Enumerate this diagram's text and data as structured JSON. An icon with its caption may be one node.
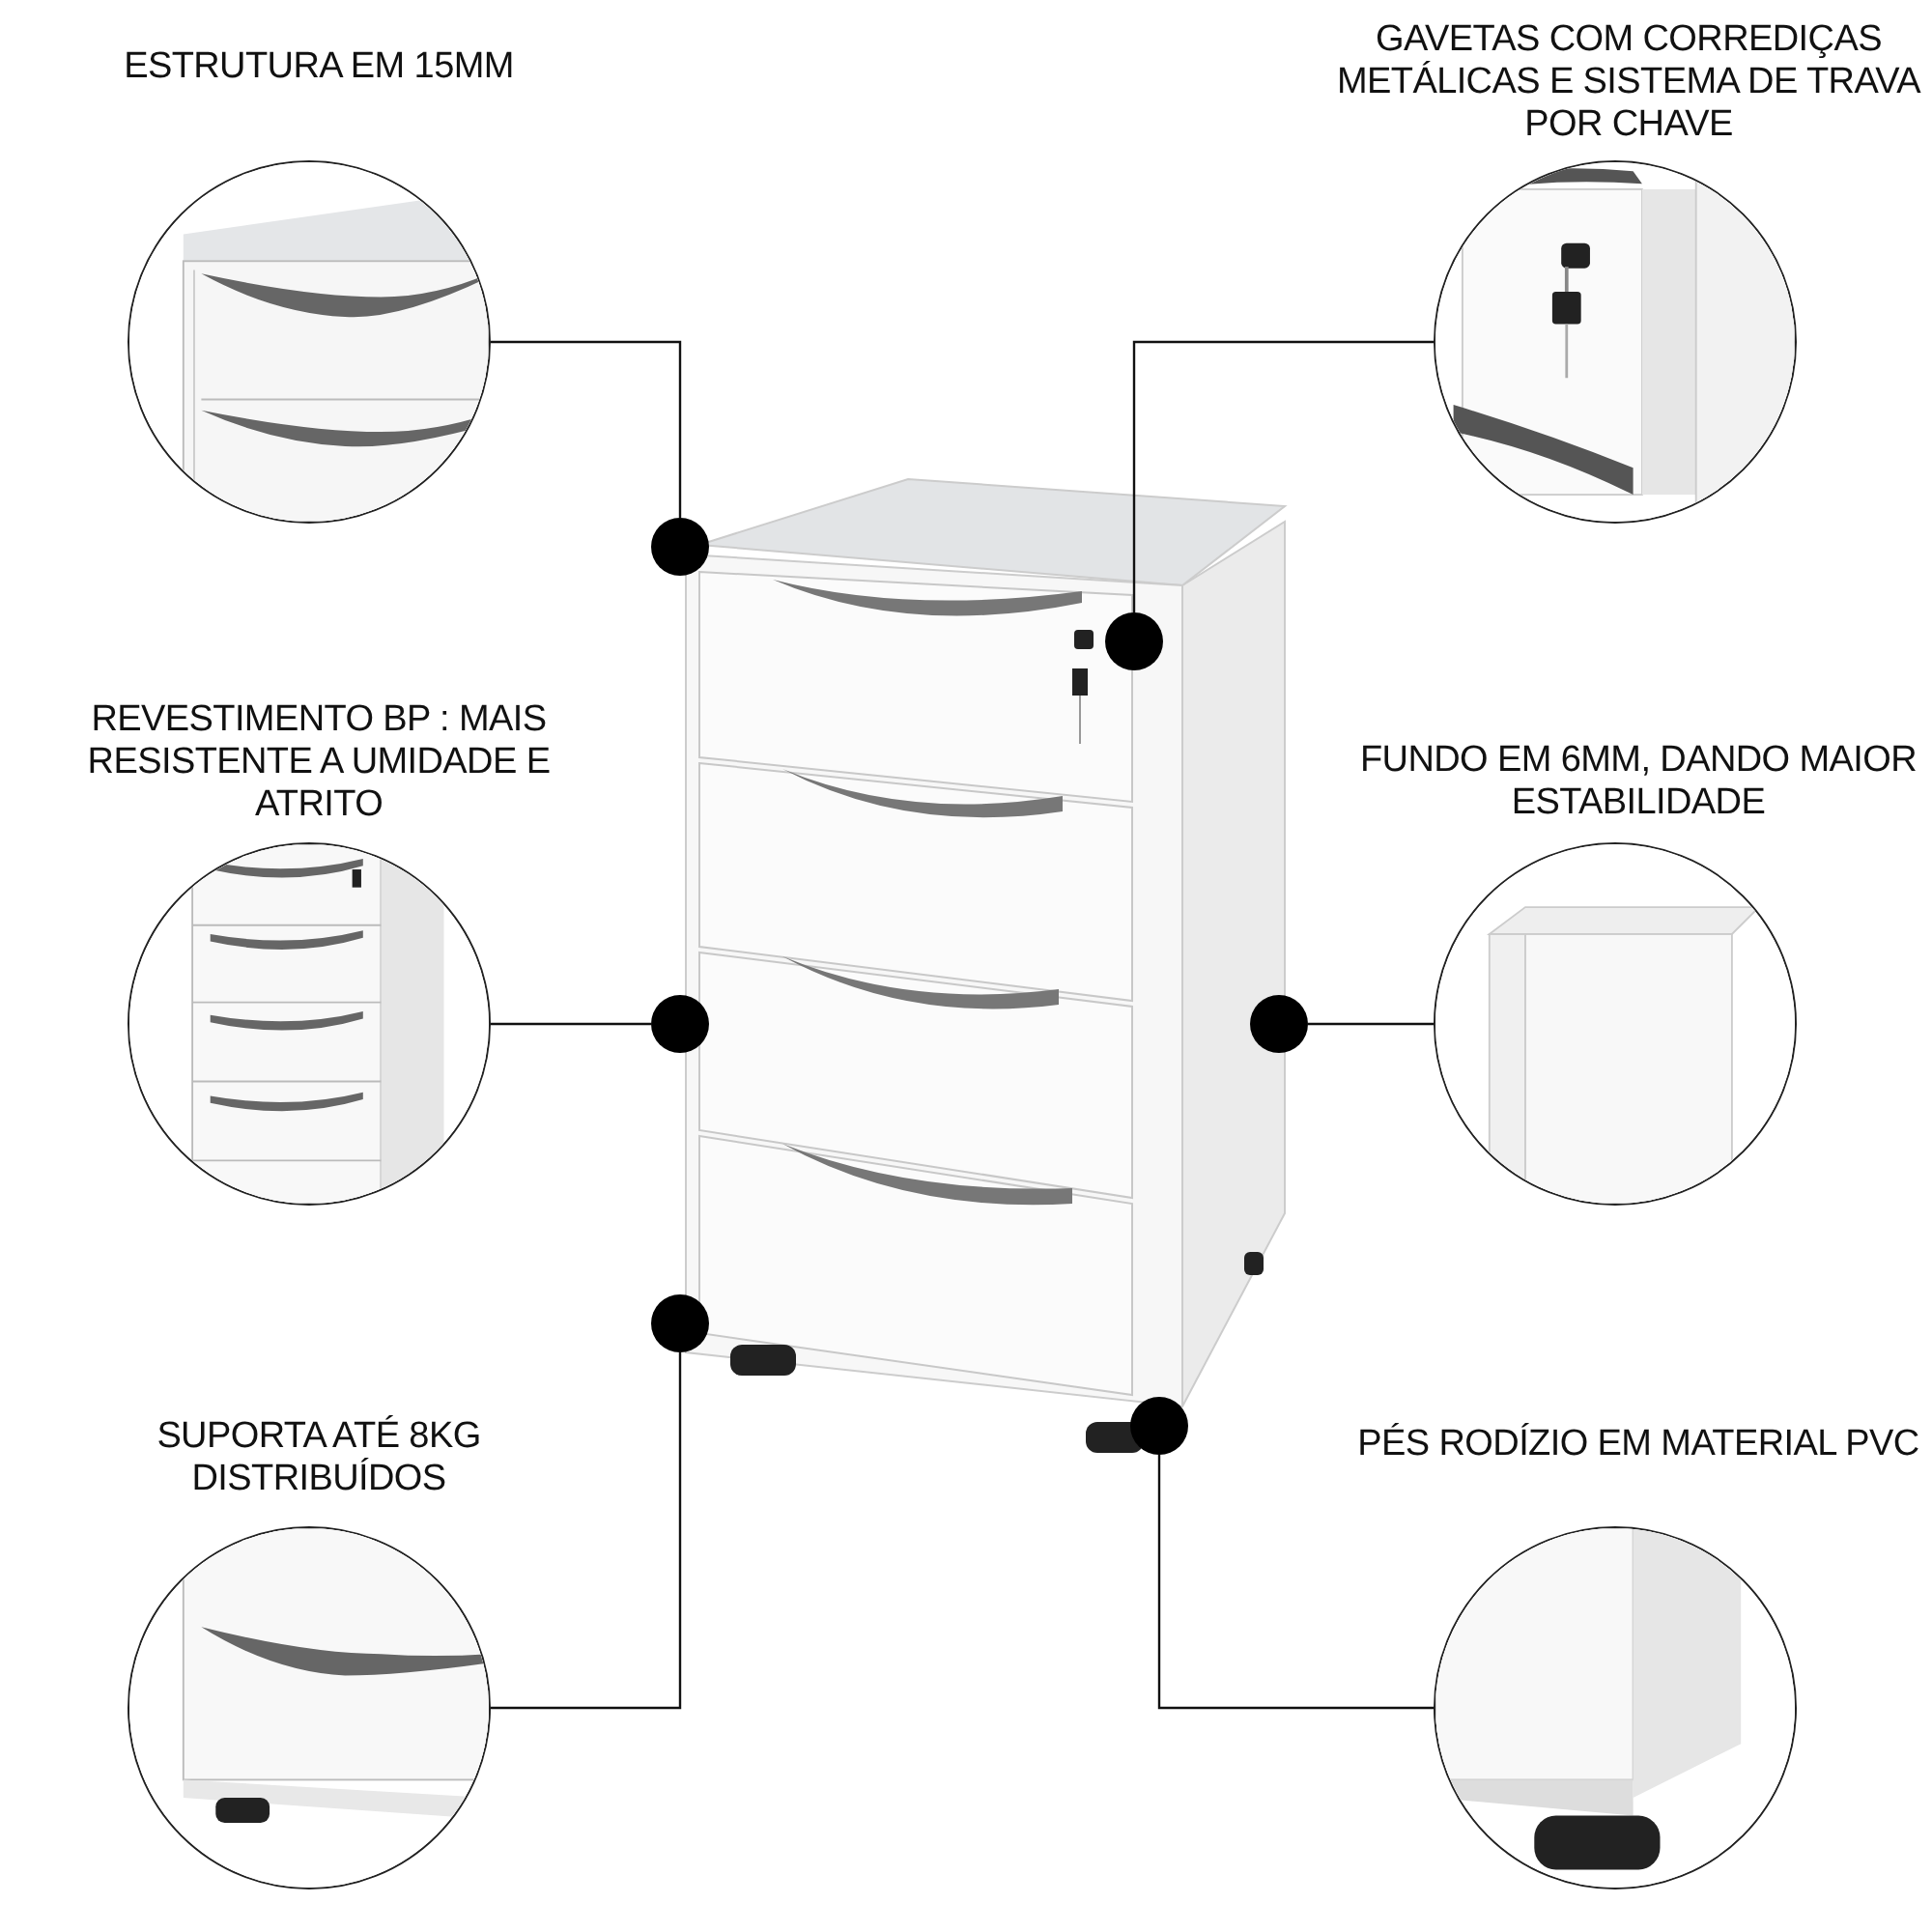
{
  "diagram": {
    "nodes": [
      {
        "text": [
          "ESTRUTURA EM 15MM"
        ]
      },
      {
        "text": [
          "GAVETAS COM CORREDIÇAS METÁLICAS E SISTEMA DE TRAVA POR CHAVE"
        ]
      },
      {
        "text": [
          "REVESTIMENTO BP : MAIS RESISTENTE A UMIDADE E ATRITO"
        ]
      },
      {
        "text": [
          "FUNDO EM 6MM, DANDO MAIOR ESTABILIDADE"
        ]
      },
      {
        "text": [
          "SUPORTA ATÉ 8KG DISTRIBUÍDOS"
        ]
      },
      {
        "text": [
          "PÉS RODÍZIO EM MATERIAL PVC"
        ]
      },
      {
        "text": [],
        "shape": "circle"
      },
      {
        "text": [],
        "shape": "circle"
      },
      {
        "text": [],
        "shape": "circle"
      },
      {
        "text": [],
        "shape": "circle"
      },
      {
        "text": [],
        "shape": "circle"
      },
      {
        "text": [],
        "shape": "circle"
      }
    ],
    "edges": [
      {
        "from": 0,
        "to": 6,
        "arrow": "none"
      },
      {
        "from": 1,
        "to": 7,
        "arrow": "none"
      },
      {
        "from": 2,
        "to": 8,
        "arrow": "none"
      },
      {
        "from": 3,
        "to": 9,
        "arrow": "none"
      },
      {
        "from": 4,
        "to": 10,
        "arrow": "none"
      },
      {
        "from": 5,
        "to": 11,
        "arrow": "none"
      }
    ]
  }
}
